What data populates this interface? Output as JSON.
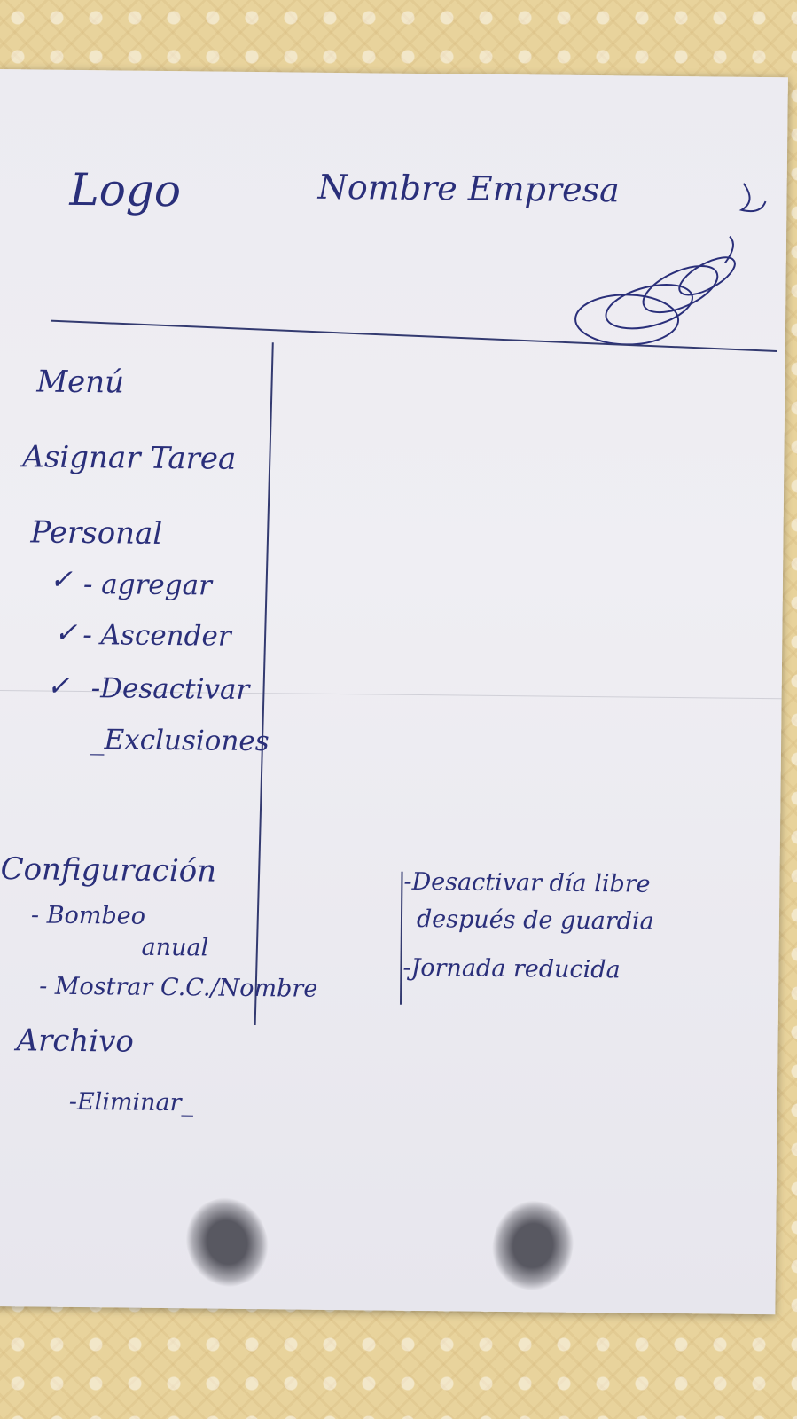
{
  "header": {
    "logo": "Logo",
    "company_name": "Nombre Empresa"
  },
  "menu": {
    "title": "Menú",
    "assign_tasks": "Asignar Tarea",
    "personal": {
      "label": "Personal",
      "items": [
        {
          "check": "✓",
          "label": "- agregar"
        },
        {
          "check": "✓",
          "label": "- Ascender"
        },
        {
          "check": "✓",
          "label": "-Desactivar"
        },
        {
          "check": "",
          "label": "_Exclusiones"
        }
      ]
    },
    "configuracion": {
      "label": "Configuración",
      "items": [
        {
          "label": "- Bombeo",
          "continuation": "anual"
        },
        {
          "label": "- Mostrar C.C./Nombre",
          "continuation": ""
        }
      ]
    },
    "archivo": {
      "label": "Archivo",
      "items": [
        {
          "label": "-Eliminar_"
        }
      ]
    }
  },
  "content": {
    "notes": [
      "-Desactivar día libre",
      "después de guardia",
      "-Jornada reducida"
    ]
  }
}
